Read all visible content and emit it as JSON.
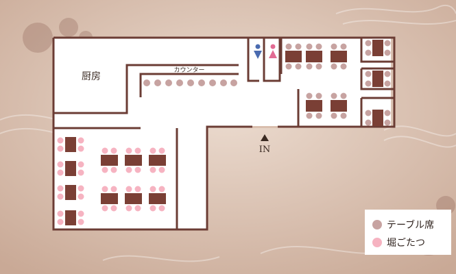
{
  "floor_labels": {
    "kitchen": "厨房",
    "counter": "カウンター",
    "entrance": "IN"
  },
  "legend": {
    "table_seat": "テーブル席",
    "horigotatsu": "堀ごたつ"
  },
  "colors": {
    "table": "#7a3f35",
    "table_seat": "#c7a3a1",
    "horigotatsu_seat": "#f6b3c1",
    "wall": "#6b3c34",
    "floor": "#ffffff",
    "restroom_male": "#4a6bb0",
    "restroom_female": "#e26b93"
  },
  "icons": {
    "restroom_male": "male-restroom-icon",
    "restroom_female": "female-restroom-icon",
    "entrance": "entrance-arrow-icon"
  }
}
